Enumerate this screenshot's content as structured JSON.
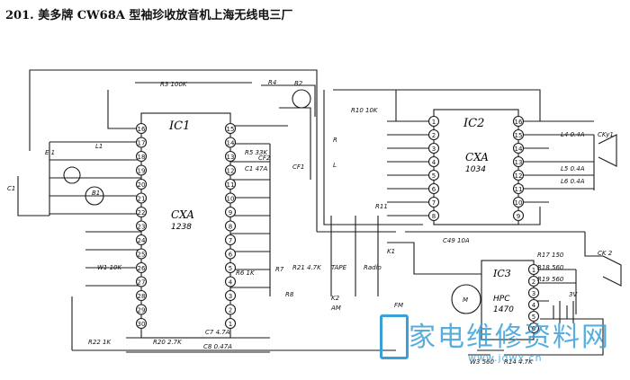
{
  "title": "201. 美多牌 CW68A 型袖珍收放音机上海无线电三厂",
  "chips": {
    "ic1": {
      "name": "IC1",
      "part": "CXA",
      "part2": "1238"
    },
    "ic2": {
      "name": "IC2",
      "part": "CXA",
      "part2": "1034"
    },
    "ic3": {
      "name": "IC3",
      "part": "HPC",
      "part2": "1470"
    }
  },
  "ic1_left_pins": [
    "16",
    "17",
    "18",
    "19",
    "20",
    "21",
    "22",
    "23",
    "24",
    "25",
    "26",
    "27",
    "28",
    "29",
    "30"
  ],
  "ic1_right_pins": [
    "15",
    "14",
    "13",
    "12",
    "11",
    "10",
    "9",
    "8",
    "7",
    "6",
    "5",
    "4",
    "3",
    "2",
    "1"
  ],
  "ic2_left_pins": [
    "1",
    "2",
    "3",
    "4",
    "5",
    "6",
    "7",
    "8"
  ],
  "ic2_right_pins": [
    "16",
    "15",
    "14",
    "13",
    "12",
    "11",
    "10",
    "9"
  ],
  "ic3_pins": [
    "1",
    "2",
    "3",
    "4",
    "5",
    "6"
  ],
  "labels": {
    "r3": "R3 100K",
    "b2": "B2",
    "r4": "R4",
    "r5": "R5 33K",
    "cf2": "CF2",
    "cf1": "CF1",
    "e1": "E 1",
    "l1": "L1",
    "c1": "C1",
    "b1": "B1",
    "r6": "R6 1K",
    "r7": "R7",
    "r8": "R8",
    "c7": "C7 4.7A",
    "c8": "C8 0.47A",
    "r20": "R20 2.7K",
    "ct2": "C1 47A",
    "r10": "R10 10K",
    "r11": "R11",
    "l": "L",
    "r": "R",
    "k1": "K1",
    "k2": "K2",
    "tape": "TAPE",
    "radio": "Radio",
    "am": "AM",
    "fm": "FM",
    "l4": "L4 0.4A",
    "l5": "L5 0.4A",
    "l6": "L6 0.4A",
    "cky1": "CKy1",
    "cky2": "CK 2",
    "r17": "R17 150",
    "r18": "R18 560",
    "r19": "R19 560",
    "m": "M",
    "w1": "W1 10K",
    "w3": "W3 560",
    "r14": "R14 4.7K",
    "c49": "C49 10A",
    "battery": "3V",
    "r22": "R22 1K",
    "r21": "R21 4.7K"
  },
  "watermark": "家电维修资料网",
  "watermark_url": "www.jdwx.cn",
  "colors": {
    "ink": "#1a1a1a",
    "watermark": "#3aa0d8"
  }
}
